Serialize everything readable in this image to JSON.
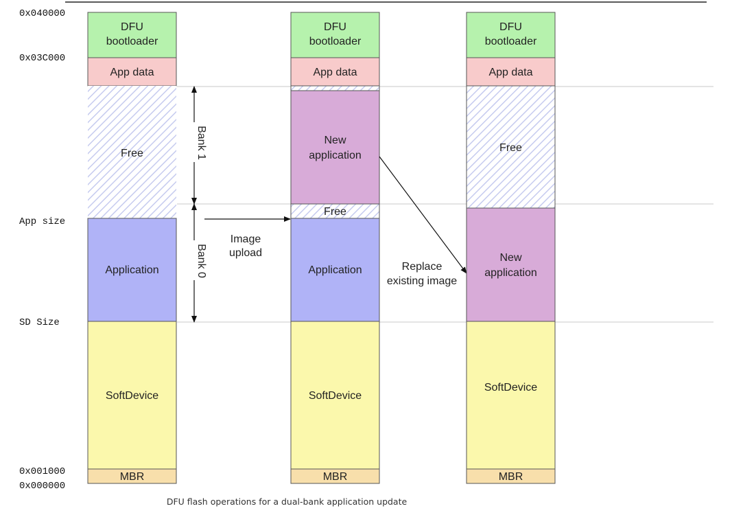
{
  "caption": "DFU flash operations for a dual-bank application update",
  "addresses": {
    "top": "0x040000",
    "bootloader_start": "0x03C000",
    "app_size": "App size",
    "sd_size": "SD Size",
    "mbr_end": "0x001000",
    "bottom": "0x000000"
  },
  "bank_labels": {
    "bank1": "Bank 1",
    "bank0": "Bank 0"
  },
  "arrows": {
    "image_upload": [
      "Image",
      "upload"
    ],
    "replace": [
      "Replace",
      "existing image"
    ]
  },
  "columns": [
    {
      "dfu_bootloader": [
        "DFU",
        "bootloader"
      ],
      "app_data": "App data",
      "free": "Free",
      "application": "Application",
      "softdevice": "SoftDevice",
      "mbr": "MBR"
    },
    {
      "dfu_bootloader": [
        "DFU",
        "bootloader"
      ],
      "app_data": "App data",
      "new_application": [
        "New",
        "application"
      ],
      "free": "Free",
      "application": "Application",
      "softdevice": "SoftDevice",
      "mbr": "MBR"
    },
    {
      "dfu_bootloader": [
        "DFU",
        "bootloader"
      ],
      "app_data": "App data",
      "free": "Free",
      "new_application": [
        "New",
        "application"
      ],
      "softdevice": "SoftDevice",
      "mbr": "MBR"
    }
  ],
  "colors": {
    "bootloader": "#b6f2ad",
    "app_data": "#f8cbcb",
    "application": "#b0b3f7",
    "new_application": "#d8abd8",
    "softdevice": "#fbf8ac",
    "mbr": "#f8dfab",
    "free_hatch": "#c6cbef"
  }
}
